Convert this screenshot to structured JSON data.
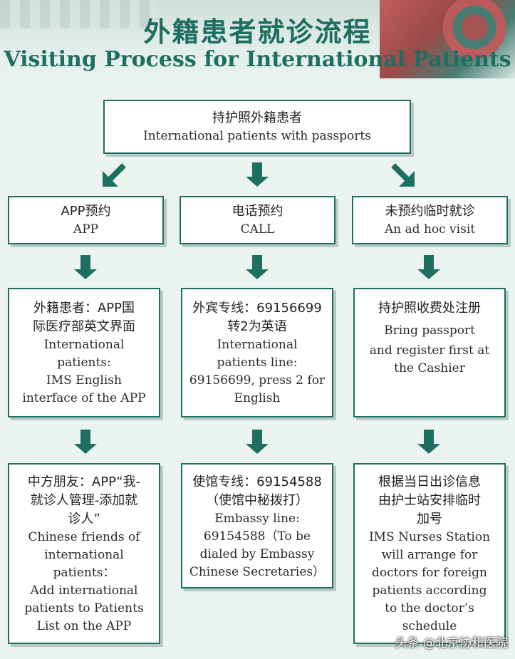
{
  "header": {
    "title_cn": "外籍患者就诊流程",
    "title_en": "Visiting Process for International Patients"
  },
  "top": {
    "cn": "持护照外籍患者",
    "en": "International patients with passports"
  },
  "columns": [
    {
      "step1": {
        "cn": "APP预约",
        "en": "APP"
      },
      "step2": {
        "cn": [
          "外籍患者：APP国",
          "际医疗部英文界面"
        ],
        "en": [
          "International",
          "patients:",
          "IMS English",
          "interface of the APP"
        ]
      },
      "step3": {
        "cn": [
          "中方朋友：APP“我-",
          "就诊人管理-添加就",
          "诊人”"
        ],
        "en": [
          "Chinese friends of",
          "international",
          "patients：",
          "Add international",
          "patients to Patients",
          "List on the APP"
        ]
      }
    },
    {
      "step1": {
        "cn": "电话预约",
        "en": "CALL"
      },
      "step2": {
        "cn": [
          "外宾专线：69156699",
          "转2为英语"
        ],
        "en": [
          "International",
          "patients line:",
          "69156699, press 2 for",
          "English"
        ]
      },
      "step3": {
        "cn": [
          "使馆专线：69154588",
          "（使馆中秘拨打）"
        ],
        "en": [
          "Embassy line:",
          "69154588（To be",
          "dialed by Embassy",
          "Chinese Secretaries）"
        ]
      }
    },
    {
      "step1": {
        "cn": "未预约临时就诊",
        "en": "An ad hoc visit"
      },
      "step2": {
        "cn": [
          "持护照收费处注册"
        ],
        "en": [
          "Bring passport",
          "and register first at",
          "the Cashier"
        ]
      },
      "step3": {
        "cn": [
          "根据当日出诊信息",
          "由护士站安排临时",
          "加号"
        ],
        "en": [
          "IMS Nurses Station",
          "will arrange for",
          "doctors for foreign",
          "patients according",
          "to the doctor’s",
          "schedule"
        ]
      }
    }
  ],
  "watermark": "头条 @北京协和医院",
  "colors": {
    "primary": "#1e6e61",
    "background": "#eaf3f0"
  }
}
